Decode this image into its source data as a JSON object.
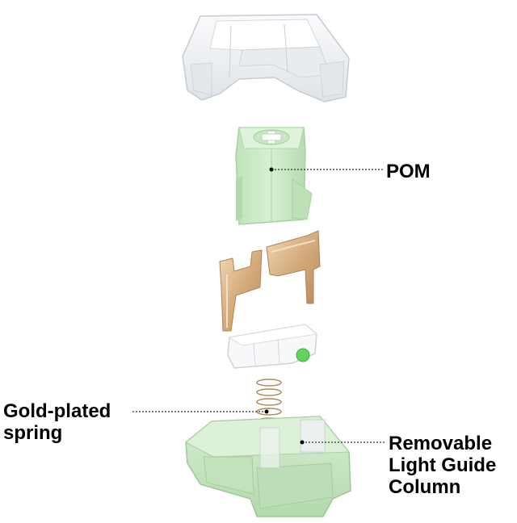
{
  "labels": {
    "pom": [
      "POM"
    ],
    "gold_plated_spring": [
      "Gold-plated",
      "spring"
    ],
    "light_guide": [
      "Removable",
      "Light Guide",
      "Column"
    ]
  },
  "colors": {
    "stem_green": "#cdebc8",
    "housing_green": "#c8e6c2",
    "contact_gold": "#d7b184",
    "clear_top": "#eef1f3",
    "accent_green": "#5fd45a",
    "leader_line": "#000000"
  }
}
